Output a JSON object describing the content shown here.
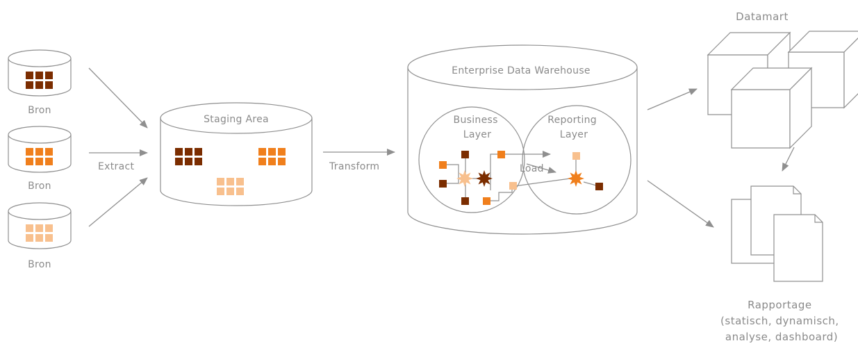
{
  "sources": [
    {
      "label": "Bron",
      "color": "#7b2d00"
    },
    {
      "label": "Bron",
      "color": "#f07f1c"
    },
    {
      "label": "Bron",
      "color": "#f8c08e"
    }
  ],
  "extract_label": "Extract",
  "staging": {
    "label": "Staging Area"
  },
  "transform_label": "Transform",
  "warehouse": {
    "label": "Enterprise Data Warehouse",
    "business_layer": [
      "Business",
      "Layer"
    ],
    "reporting_layer": [
      "Reporting",
      "Layer"
    ],
    "load_label": "Load"
  },
  "datamart": {
    "label": "Datamart"
  },
  "reports": {
    "lines": [
      "Rapportage",
      "(statisch, dynamisch,",
      "analyse, dashboard)"
    ]
  },
  "colors": {
    "dark": "#7b2d00",
    "mid": "#f07f1c",
    "light": "#f8c08e",
    "stroke": "#8f8f8f",
    "text": "#8a8a8a"
  }
}
